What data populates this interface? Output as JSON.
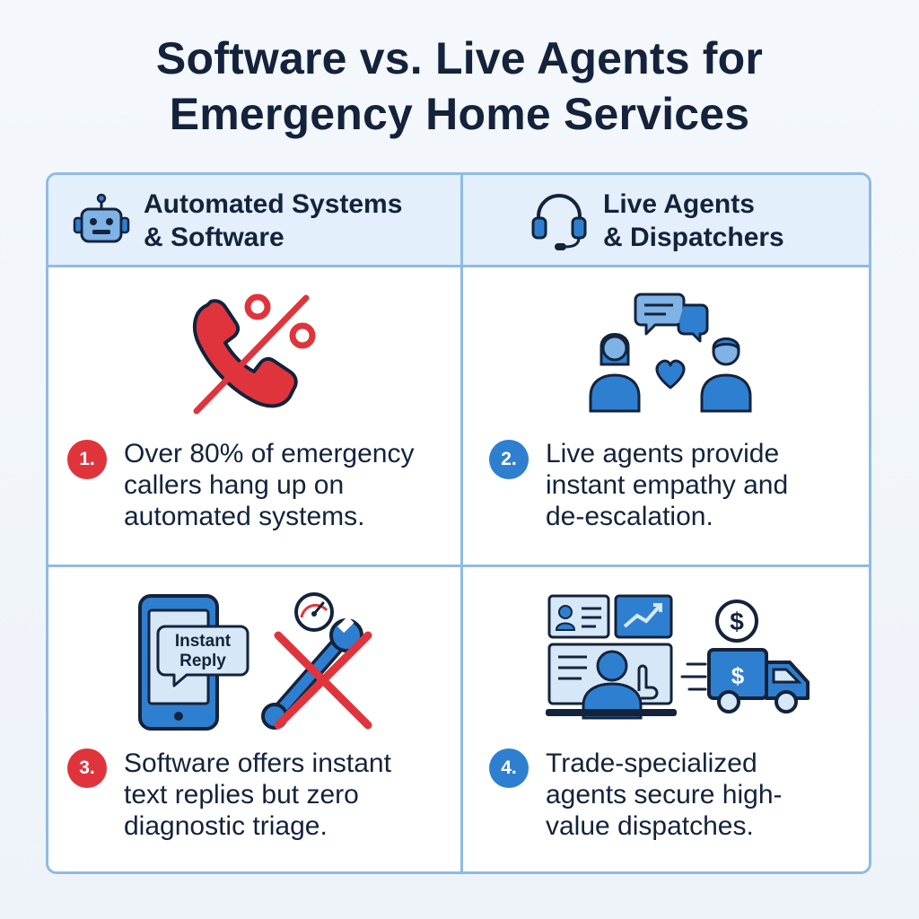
{
  "title": {
    "line1": "Software vs. Live Agents for",
    "line2": "Emergency Home Services"
  },
  "columns": [
    {
      "icon": "robot-icon",
      "line1": "Automated Systems",
      "line2": "& Software"
    },
    {
      "icon": "headset-icon",
      "line1": "Live Agents",
      "line2": "& Dispatchers"
    }
  ],
  "cells": [
    {
      "number": "1.",
      "lines": [
        "Over 80% of emergency",
        "callers hang up on",
        "automated systems."
      ],
      "icon": "phone-hangup-percent-icon"
    },
    {
      "number": "2.",
      "lines": [
        "Live agents provide",
        "instant empathy and",
        "de-escalation."
      ],
      "icon": "empathy-conversation-icon"
    },
    {
      "number": "3.",
      "lines": [
        "Software offers instant",
        "text replies but zero",
        "diagnostic triage."
      ],
      "icon": "instant-reply-no-diagnostics-icon",
      "bubble_line1": "Instant",
      "bubble_line2": "Reply"
    },
    {
      "number": "4.",
      "lines": [
        "Trade-specialized",
        "agents secure high-",
        "value dispatches."
      ],
      "icon": "dispatch-truck-icon"
    }
  ],
  "colors": {
    "red": "#e0343d",
    "blue": "#2f7fd0",
    "navy": "#14233b",
    "border": "#8fbbe4",
    "header_bg": "#e3effa"
  }
}
